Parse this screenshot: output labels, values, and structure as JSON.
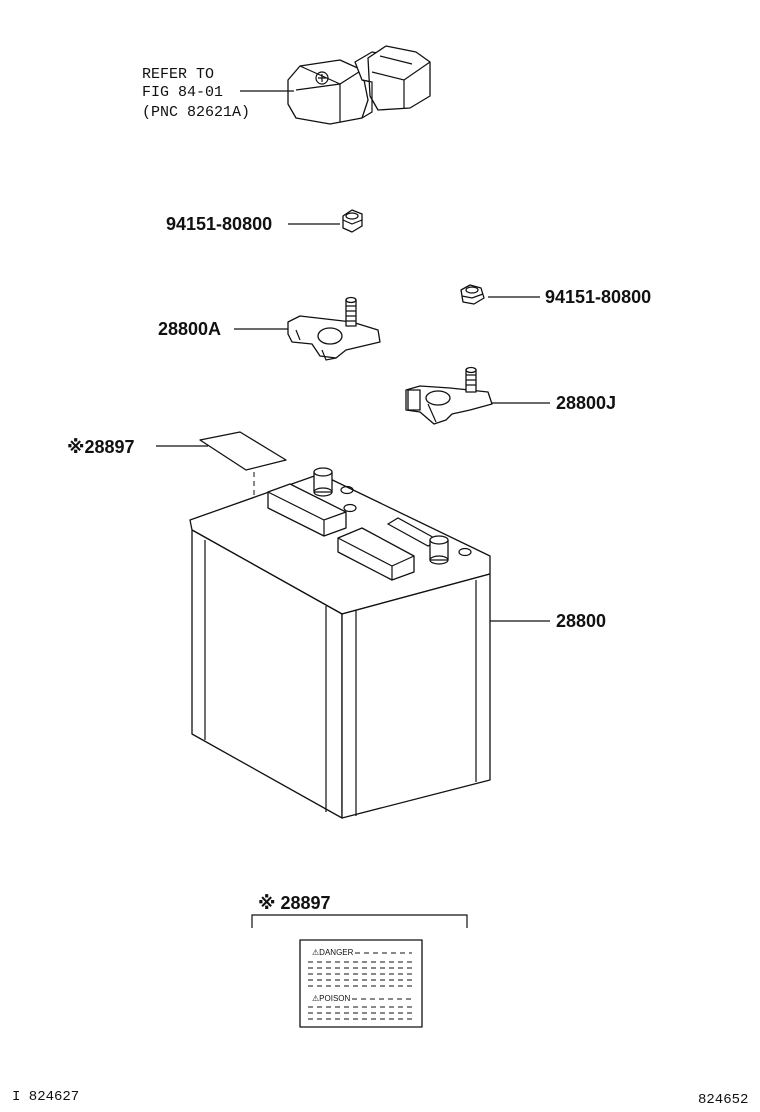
{
  "callouts": {
    "refer_line1": "REFER TO",
    "refer_line2": "FIG  84-01",
    "refer_line3": "(PNC 82621A)",
    "nut_upper": "94151-80800",
    "nut_right": "94151-80800",
    "terminal_a": "28800A",
    "terminal_j": "28800J",
    "label_part": "※28897",
    "battery": "28800",
    "label_detail": "※ 28897"
  },
  "label_sheet": {
    "danger": "⚠DANGER",
    "poison": "⚠POISON"
  },
  "footer": {
    "left_code": "I 824627",
    "right_code": "824652"
  },
  "icons": [
    "battery-illustration",
    "terminal-clamp",
    "nut",
    "cover-block",
    "warning-label"
  ]
}
